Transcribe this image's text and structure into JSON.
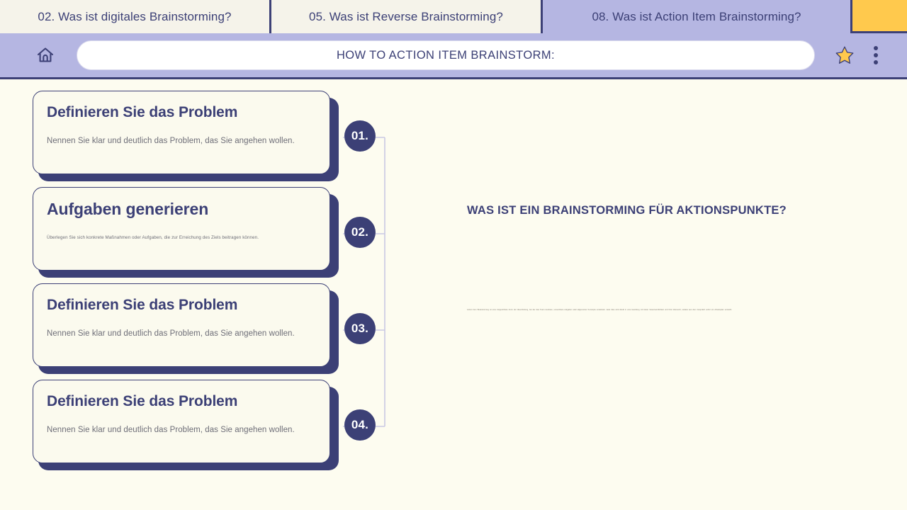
{
  "browser": {
    "tabs": [
      {
        "label": "02. Was ist digitales Brainstorming?",
        "active": false
      },
      {
        "label": "05. Was ist Reverse Brainstorming?",
        "active": false
      },
      {
        "label": "08. Was ist Action Item Brainstorming?",
        "active": true
      }
    ],
    "toolbar": {
      "home_icon": "home-icon",
      "url_text": "HOW TO ACTION ITEM BRAINSTORM:",
      "star_icon": "star-icon",
      "menu_icon": "more-vertical-icon"
    }
  },
  "colors": {
    "navy": "#3C4076",
    "lavender": "#B5B6E2",
    "cream": "#FDFCF0",
    "card_cream": "#FBFAEE",
    "yellow": "#FFC94D",
    "connector": "#C9C8E4"
  },
  "slide": {
    "steps": [
      {
        "number": "01.",
        "title": "Definieren Sie das Problem",
        "desc": "Nennen Sie klar und deutlich das Problem, das Sie angehen wollen."
      },
      {
        "number": "02.",
        "title": "Aufgaben generieren",
        "desc": "Überlegen Sie sich konkrete Maßnahmen oder Aufgaben, die zur Erreichung des Ziels beitragen können."
      },
      {
        "number": "03.",
        "title": "Definieren Sie das Problem",
        "desc": "Nennen Sie klar und deutlich das Problem, das Sie angehen wollen."
      },
      {
        "number": "04.",
        "title": "Definieren Sie das Problem",
        "desc": "Nennen Sie klar und deutlich das Problem, das Sie angehen wollen."
      }
    ],
    "right_panel": {
      "heading": "WAS IST EIN BRAINSTORMING FÜR AKTIONSPUNKTE?",
      "body": "Action Item Brainstorming ist eine zielgerichtete Form der Ideenfindung, bei der das Team konkrete, umsetzbare Aufgaben statt allgemeiner Konzepte entwickelt. Jede Idee wird direkt in eine Handlung mit klarer Verantwortlichkeit und Frist übersetzt, sodass aus dem Gespräch sofort ein Arbeitsplan entsteht."
    }
  }
}
